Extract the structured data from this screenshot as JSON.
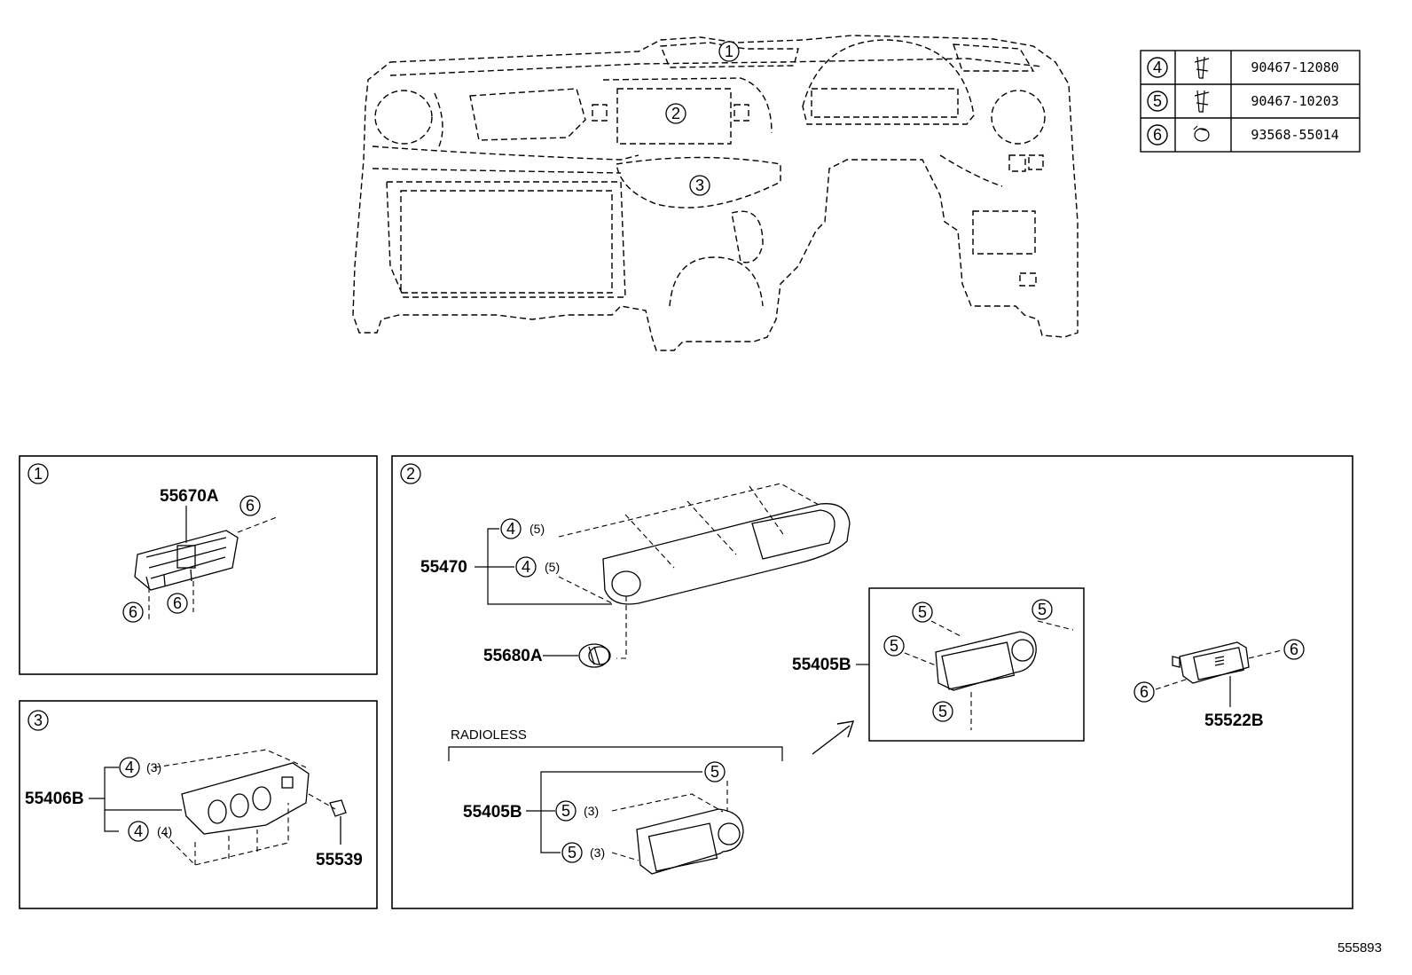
{
  "diagram_id": "555893",
  "fastener_table": [
    {
      "callout": "4",
      "part_number": "90467-12080",
      "icon": "clip-icon"
    },
    {
      "callout": "5",
      "part_number": "90467-10203",
      "icon": "clip-icon"
    },
    {
      "callout": "6",
      "part_number": "93568-55014",
      "icon": "screw-icon"
    }
  ],
  "overview": {
    "callouts": [
      "1",
      "2",
      "3"
    ]
  },
  "panel1": {
    "callout": "1",
    "part": "55670A",
    "fasteners": [
      "6",
      "6",
      "6"
    ]
  },
  "panel2": {
    "callout": "2",
    "parts": {
      "p55470": "55470",
      "p55680A": "55680A",
      "p55405B_inset": "55405B",
      "p55522B": "55522B",
      "p55405B_radioless": "55405B"
    },
    "radioless_label": "RADIOLESS",
    "c4": "4",
    "c5": "5",
    "c6": "6",
    "q5": "(5)",
    "q3": "(3)"
  },
  "panel3": {
    "callout": "3",
    "part_main": "55406B",
    "part_clip": "55539",
    "c4": "4",
    "q3": "(3)",
    "q4": "(4)"
  }
}
